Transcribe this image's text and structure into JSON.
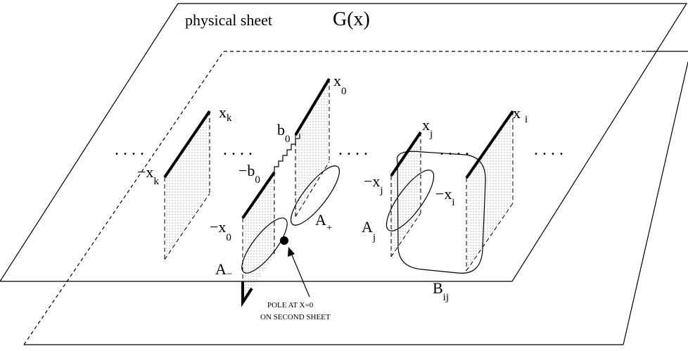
{
  "title": {
    "text": "physical sheet",
    "function": "G(x)"
  },
  "cut_labels": {
    "xk": "x",
    "xk_sub": "k",
    "neg_xk": "−x",
    "neg_xk_sub": "k",
    "x0": "x",
    "x0_sub": "0",
    "neg_x0": "−x",
    "neg_x0_sub": "0",
    "b0": "b",
    "b0_sub": "0",
    "neg_b0": "−b",
    "neg_b0_sub": "0",
    "xj": "x",
    "xj_sub": "j",
    "neg_xj": "−x",
    "neg_xj_sub": "j",
    "xi": "x",
    "xi_sub": "i",
    "neg_xi": "−x",
    "neg_xi_sub": "i"
  },
  "cycle_labels": {
    "A_minus": "A",
    "A_minus_sub": "−",
    "A_plus": "A",
    "A_plus_sub": "+",
    "Aj": "A",
    "Aj_sub": "j",
    "Bij": "B",
    "Bij_sub": "ij"
  },
  "pole_note": {
    "line1": "POLE  AT  X=0",
    "line2": "ON SECOND SHEET"
  },
  "ellipsis": ". . . ."
}
